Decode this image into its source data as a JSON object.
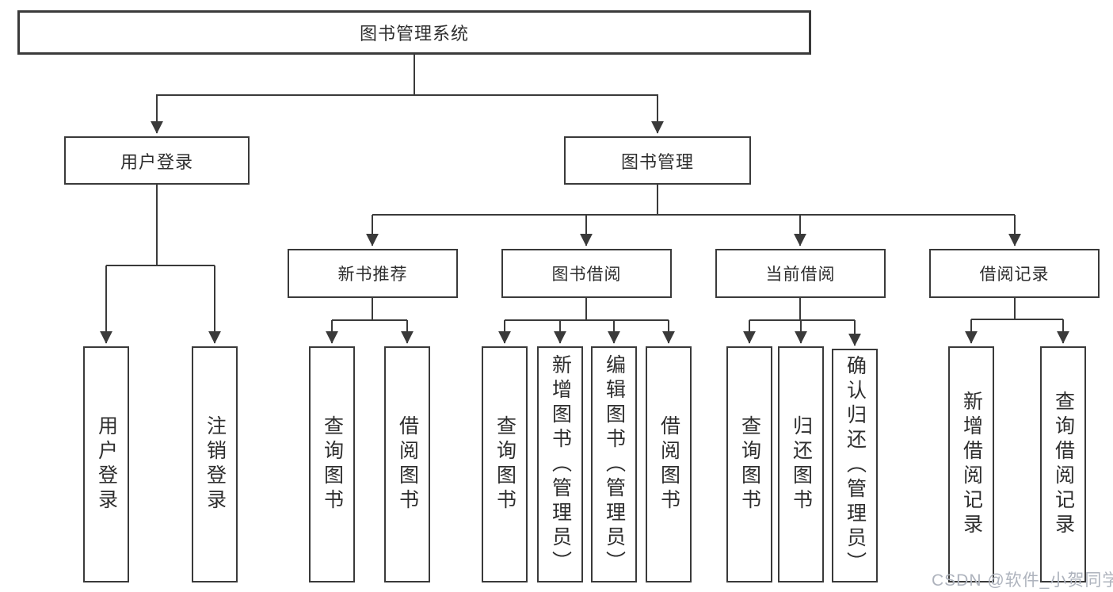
{
  "diagram_title": "图书管理系统",
  "tree": {
    "label": "图书管理系统",
    "children": [
      {
        "label": "用户登录",
        "children": [
          {
            "label": "用户登录"
          },
          {
            "label": "注销登录"
          }
        ]
      },
      {
        "label": "图书管理",
        "children": [
          {
            "label": "新书推荐",
            "children": [
              {
                "label": "查询图书"
              },
              {
                "label": "借阅图书"
              }
            ]
          },
          {
            "label": "图书借阅",
            "children": [
              {
                "label": "查询图书"
              },
              {
                "label": "新增图书（管理员）"
              },
              {
                "label": "编辑图书（管理员）"
              },
              {
                "label": "借阅图书"
              }
            ]
          },
          {
            "label": "当前借阅",
            "children": [
              {
                "label": "查询图书"
              },
              {
                "label": "归还图书"
              },
              {
                "label": "确认归还（管理员）"
              }
            ]
          },
          {
            "label": "借阅记录",
            "children": [
              {
                "label": "新增借阅记录"
              },
              {
                "label": "查询借阅记录"
              }
            ]
          }
        ]
      }
    ]
  },
  "watermark": "CSDN @软件_小贺同学",
  "colors": {
    "line": "#3a3a3a",
    "box_border": "#3a3a3a",
    "text": "#2e2e2e",
    "watermark": "#aeb3bd",
    "background": "#ffffff"
  }
}
